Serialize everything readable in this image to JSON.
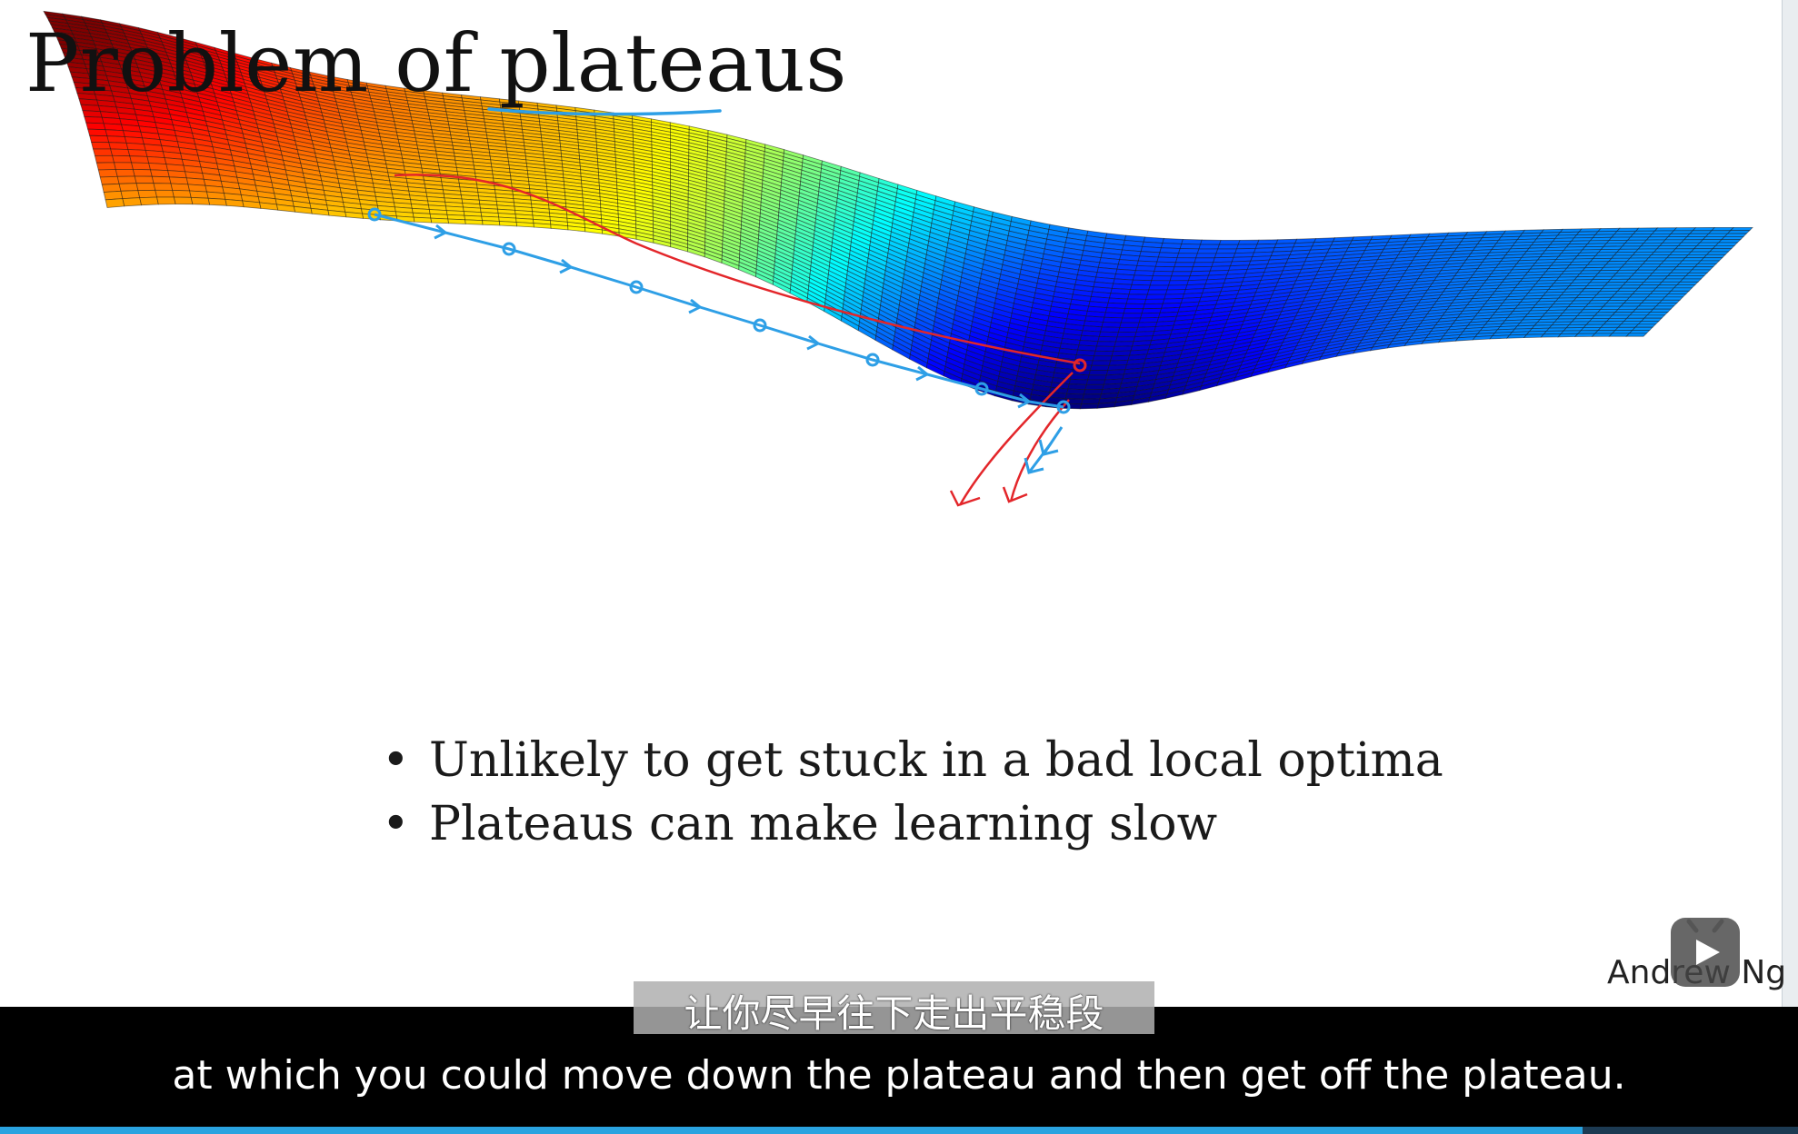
{
  "slide": {
    "title": "Problem of plateaus",
    "bullets": [
      "Unlikely to get stuck in a bad local optima",
      "Plateaus can make learning slow"
    ],
    "bullet_symbol": "•",
    "author": "Andrew Ng"
  },
  "player": {
    "subtitle_zh": "让你尽早往下走出平稳段",
    "subtitle_en": "at which you could move down the plateau and then get off the plateau.",
    "progress": 0.88,
    "play_icon": "play-icon"
  },
  "colors": {
    "annotation_blue": "#2e9fe6",
    "annotation_red": "#e3262a",
    "surface_colormap": "jet",
    "subtitle_background": "#000000",
    "progress_fill": "#2aa3e0"
  }
}
